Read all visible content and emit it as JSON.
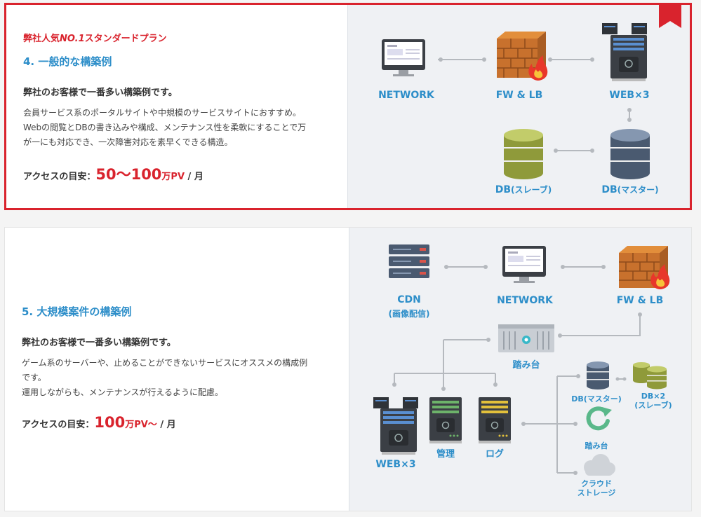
{
  "plan1": {
    "badge_prefix": "弊社人気",
    "badge_em": "NO.1",
    "badge_suffix": "スタンダードプラン",
    "title": "4. 一般的な構築例",
    "lead": "弊社のお客様で一番多い構築例です。",
    "desc_lines": [
      "会員サービス系のポータルサイトや中規模のサービスサイトにおすすめ。",
      "Webの閲覧とDBの書き込みや構成、メンテナンス性を柔軟にすることで万",
      "が一にも対応でき、一次障害対応を素早くできる構造。"
    ],
    "access_label": "アクセスの目安：",
    "access_value": "50～100",
    "access_unit": "万PV",
    "access_suffix": " / 月",
    "diagram": {
      "network": "NETWORK",
      "fwlb": "FW & LB",
      "web": "WEB×3",
      "db_slave": "DB",
      "db_slave_paren": "(スレーブ)",
      "db_master": "DB",
      "db_master_paren": "(マスター)"
    }
  },
  "plan2": {
    "title": "5. 大規模案件の構築例",
    "lead": "弊社のお客様で一番多い構築例です。",
    "desc_lines": [
      "ゲーム系のサーバーや、止めることができないサービスにオススメの構成例",
      "です。",
      "運用しながらも、メンテナンスが行えるように配慮。"
    ],
    "access_label": "アクセスの目安：",
    "access_value": "100",
    "access_unit": "万PV～",
    "access_suffix": " / 月",
    "diagram": {
      "cdn": "CDN",
      "cdn_sub": "(画像配信)",
      "network": "NETWORK",
      "fwlb": "FW & LB",
      "bastion": "踏み台",
      "web": "WEB×3",
      "admin": "管理",
      "log": "ログ",
      "db_master": "DB(マスター)",
      "db2": "DB×2",
      "db2_sub": "(スレーブ)",
      "bastion2": "踏み台",
      "cloud1": "クラウド",
      "cloud2": "ストレージ"
    }
  },
  "colors": {
    "accent_red": "#d9232d",
    "accent_blue": "#2d8ec9",
    "panel_bg": "#eff1f4"
  }
}
